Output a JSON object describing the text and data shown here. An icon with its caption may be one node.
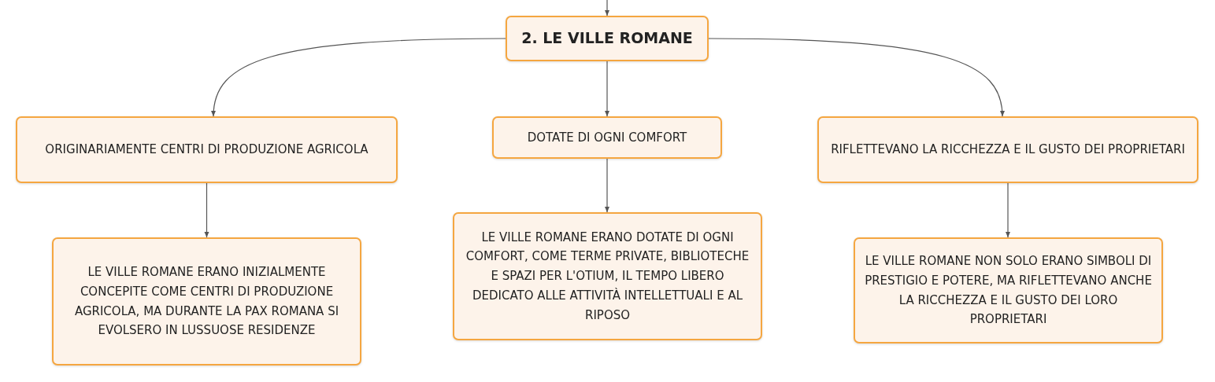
{
  "diagram": {
    "nodes": [
      {
        "text": [
          "2. LE VILLE ROMANE"
        ]
      },
      {
        "text": [
          "ORIGINARIAMENTE CENTRI DI PRODUZIONE AGRICOLA"
        ]
      },
      {
        "text": [
          "DOTATE DI OGNI COMFORT"
        ]
      },
      {
        "text": [
          "RIFLETTEVANO LA RICCHEZZA E IL GUSTO DEI PROPRIETARI"
        ]
      },
      {
        "text": [
          "LE VILLE ROMANE ERANO INIZIALMENTE CONCEPITE COME CENTRI DI PRODUZIONE AGRICOLA, MA DURANTE LA PAX ROMANA SI EVOLSERO IN LUSSUOSE RESIDENZE"
        ]
      },
      {
        "text": [
          "LE VILLE ROMANE ERANO DOTATE DI OGNI COMFORT, COME TERME PRIVATE, BIBLIOTECHE E SPAZI PER L'OTIUM, IL TEMPO LIBERO DEDICATO ALLE ATTIVITÀ INTELLETTUALI E AL RIPOSO"
        ]
      },
      {
        "text": [
          "LE VILLE ROMANE NON SOLO ERANO SIMBOLI DI PRESTIGIO E POTERE, MA RIFLETTEVANO ANCHE LA RICCHEZZA E IL GUSTO DEI LORO PROPRIETARI"
        ]
      }
    ],
    "edges": [
      {
        "from": null,
        "to": 0,
        "arrow": "to"
      },
      {
        "from": 0,
        "to": 1,
        "arrow": "to"
      },
      {
        "from": 0,
        "to": 2,
        "arrow": "to"
      },
      {
        "from": 0,
        "to": 3,
        "arrow": "to"
      },
      {
        "from": 1,
        "to": 4,
        "arrow": "to"
      },
      {
        "from": 2,
        "to": 5,
        "arrow": "to"
      },
      {
        "from": 3,
        "to": 6,
        "arrow": "to"
      }
    ]
  }
}
